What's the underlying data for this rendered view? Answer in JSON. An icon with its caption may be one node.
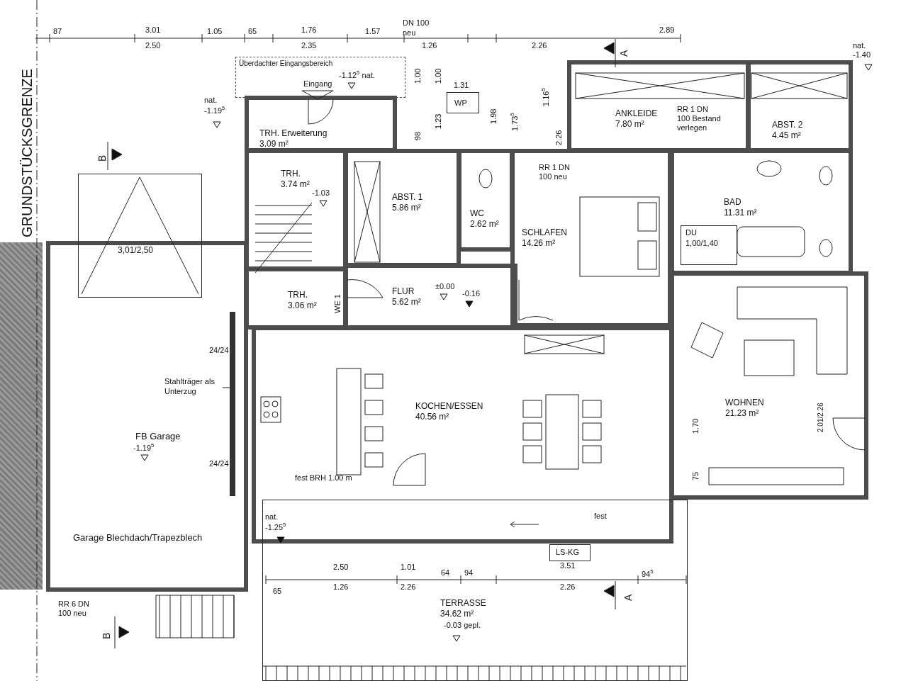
{
  "diagram": {
    "nodes": [
      {
        "text": [
          "Überdachter Eingangsbereich"
        ]
      },
      {
        "text": [
          "TRH. Erweiterung",
          "3.09 m²"
        ]
      },
      {
        "text": [
          "TRH.",
          "3.74 m²"
        ]
      },
      {
        "text": [
          "TRH.",
          "3.06 m²"
        ]
      },
      {
        "text": [
          "ABST. 1",
          "5.86 m²"
        ]
      },
      {
        "text": [
          "WC",
          "2.62 m²"
        ]
      },
      {
        "text": [
          "FLUR",
          "5.62 m²"
        ]
      },
      {
        "text": [
          "SCHLAFEN",
          "14.26 m²"
        ]
      },
      {
        "text": [
          "ANKLEIDE",
          "7.80 m²"
        ]
      },
      {
        "text": [
          "ABST. 2",
          "4.45 m²"
        ]
      },
      {
        "text": [
          "BAD",
          "11.31 m²"
        ]
      },
      {
        "text": [
          "KOCHEN/ESSEN",
          "40.56 m²"
        ]
      },
      {
        "text": [
          "WOHNEN",
          "21.23 m²"
        ]
      },
      {
        "text": [
          "FB Garage",
          "Garage Blechdach/Trapezblech"
        ]
      },
      {
        "text": [
          "TERRASSE",
          "34.62 m²"
        ]
      },
      {
        "text": [
          "3,01/2,50"
        ]
      },
      {
        "text": [
          "DU",
          "1,00/1,40"
        ],
        "in": 10
      },
      {
        "text": [
          "LS-KG"
        ],
        "in": 14
      },
      {
        "text": [
          "WP"
        ]
      },
      {
        "text": [
          "Stahlträger als Unterzug"
        ],
        "in": 13
      },
      {
        "text": [],
        "shape": "bar",
        "in": 13
      },
      {
        "text": [],
        "shape": "box"
      }
    ],
    "edges": [
      {
        "from": 19,
        "to": 20,
        "arrow": "none"
      }
    ],
    "labels": [
      "GRUNDSTÜCKSGRENZE",
      "DN 100",
      "neu",
      "87",
      "3.01",
      "2.50",
      "1.05",
      "65",
      "1.76",
      "2.35",
      "1.57",
      "1.26",
      "2.26",
      "2.89",
      "1.00",
      "1.00",
      "1.23",
      "98",
      "1.31",
      "1.98",
      "1.73$^{5}$",
      "1.16$^{5}$",
      "2.26",
      "A",
      "nat. -1.19$^{5}$",
      "-1.12$^{5}$ nat.",
      "Eingang",
      "nat. -1.40",
      "B",
      "RR 1 DN 100 Bestand verlegen",
      "RR 1 DN 100 neu",
      "-1.03",
      "WE 1",
      "±0.00",
      "-0.16",
      "24/24",
      "24/24",
      "-1.19$^{5}$",
      "fest BRH 1.00 m",
      "1.70",
      "2.01/2.26",
      "75",
      "fest",
      "nat. -1.25$^{5}$",
      "2.50",
      "1.01",
      "64",
      "94",
      "3.51",
      "94$^{5}$",
      "65",
      "1.26",
      "2.26",
      "2.26",
      "A",
      "-0.03 gepl.",
      "RR 6 DN 100 neu",
      "B"
    ]
  }
}
